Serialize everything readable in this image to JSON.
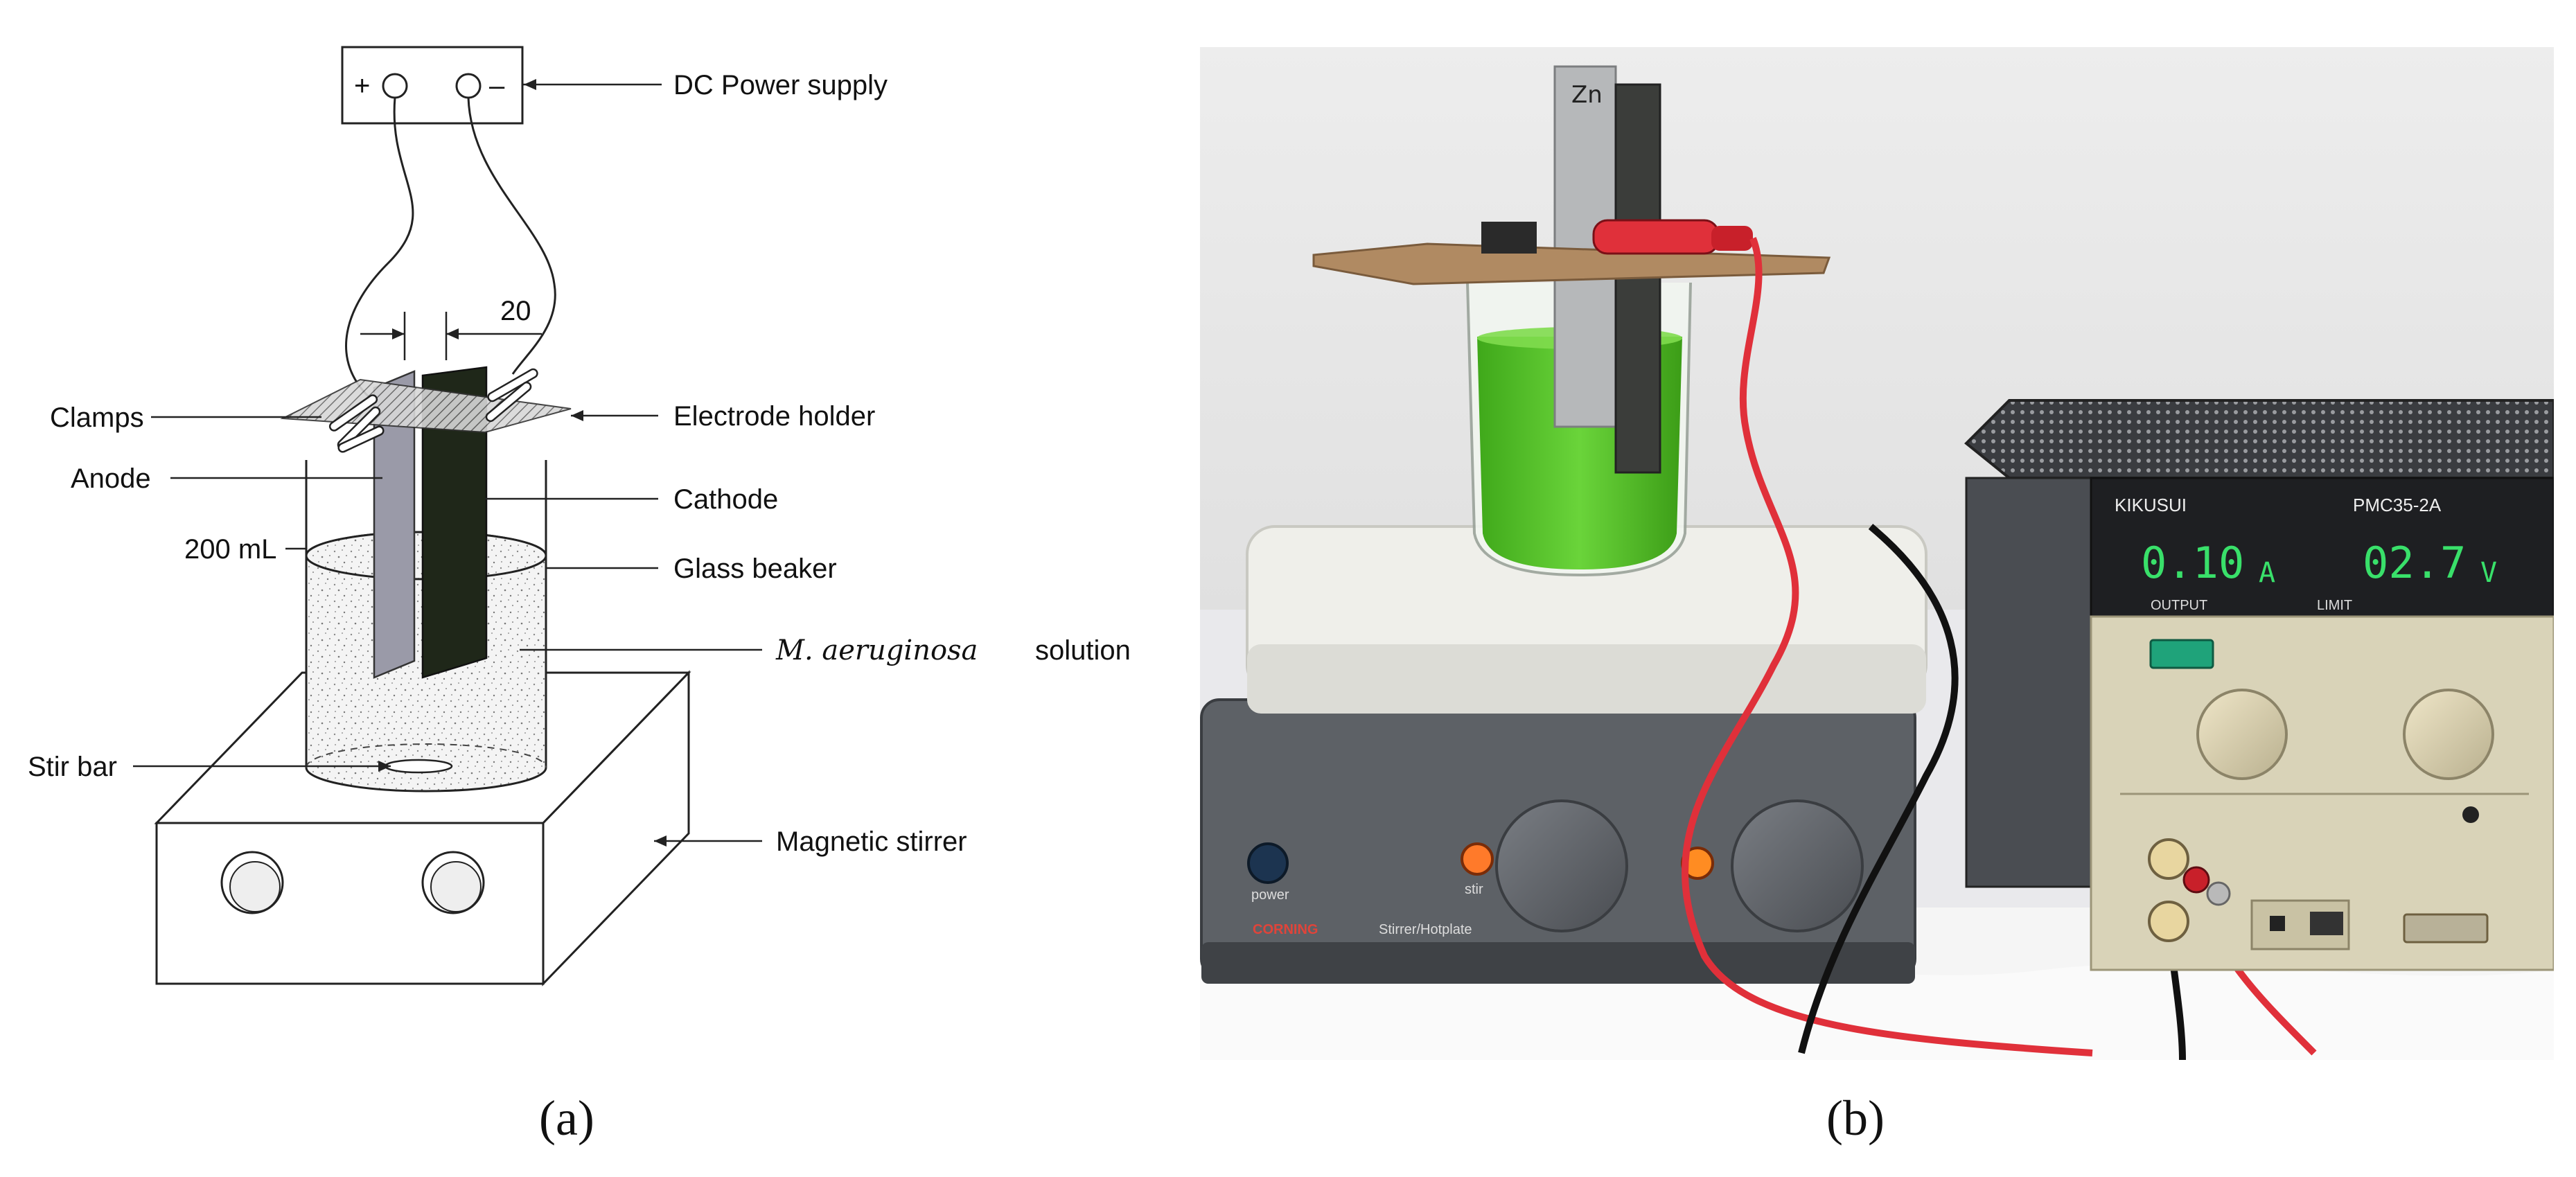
{
  "schematic": {
    "power_supply_label": "DC Power supply",
    "plus_sign": "+",
    "minus_sign": "–",
    "gap_value": "20",
    "clamps_label": "Clamps",
    "electrode_holder_label": "Electrode holder",
    "anode_label": "Anode",
    "cathode_label": "Cathode",
    "volume_label": "200 mL",
    "glass_beaker_label": "Glass beaker",
    "solution_species": "M. aeruginosa",
    "solution_word": "solution",
    "stir_bar_label": "Stir bar",
    "magnetic_stirrer_label": "Magnetic stirrer",
    "caption": "(a)"
  },
  "photo": {
    "electrode_marking": "Zn",
    "power_brand": "KIKUSUI",
    "power_model": "PMC35-2A",
    "current_reading": "0.10",
    "current_unit": "A",
    "voltage_reading": "02.7",
    "voltage_unit": "V",
    "output_label": "OUTPUT",
    "limit_label": "LIMIT",
    "power_button_label": "power",
    "stir_label": "stir",
    "stirrer_brand": "CORNING",
    "stirrer_model": "Stirrer/Hotplate",
    "caption": "(b)"
  },
  "colors": {
    "algae_green": "#52c21e",
    "wire_red": "#e0303a",
    "cathode_dark": "#1e2418",
    "anode_gray": "#8a8a96",
    "hotplate_gray": "#5d6166",
    "power_supply_cream": "#d9d3b8"
  }
}
